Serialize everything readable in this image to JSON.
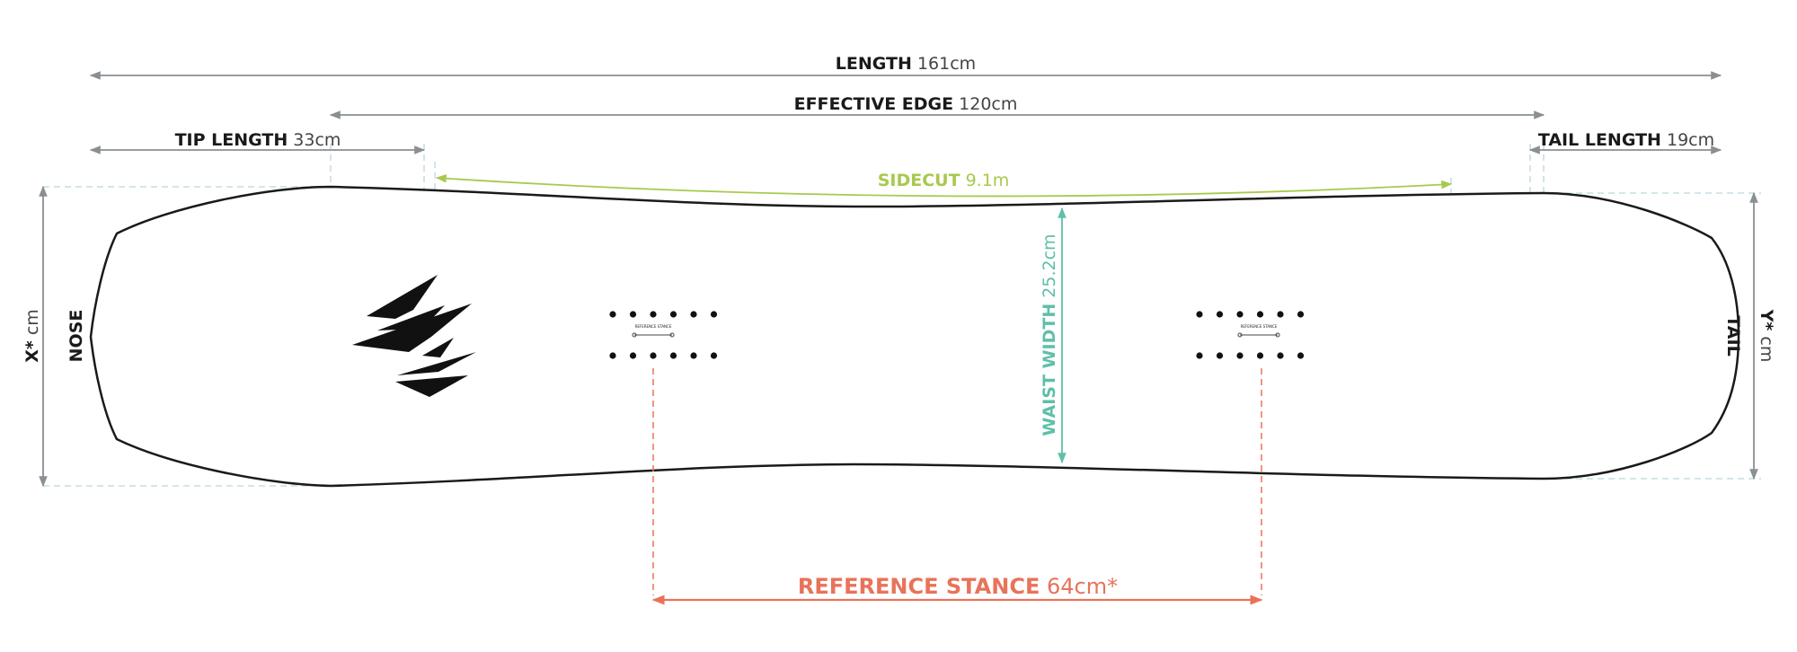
{
  "colors": {
    "gray": "#8a8f93",
    "dark": "#1a1a1a",
    "sidecut": "#a8c94e",
    "waist": "#5fbfa8",
    "stance": "#e8735a",
    "guide": "#b9d6dd"
  },
  "dimensions": {
    "length": {
      "name": "LENGTH",
      "value": "161cm"
    },
    "effective_edge": {
      "name": "EFFECTIVE EDGE",
      "value": "120cm"
    },
    "tip_length": {
      "name": "TIP LENGTH",
      "value": "33cm"
    },
    "tail_length": {
      "name": "TAIL LENGTH",
      "value": "19cm"
    },
    "sidecut": {
      "name": "SIDECUT",
      "value": "9.1m"
    },
    "waist_width": {
      "name": "WAIST WIDTH",
      "value": "25.2cm"
    },
    "reference_stance": {
      "name": "REFERENCE STANCE",
      "value": "64cm*"
    },
    "x": {
      "name": "X*",
      "value": "cm"
    },
    "y": {
      "name": "Y*",
      "value": "cm"
    }
  },
  "ends": {
    "nose": "NOSE",
    "tail": "TAIL"
  },
  "logo": {
    "icon": "jones-mountain-logo"
  },
  "insert_marks": {
    "text": "REFERENCE STANCE"
  }
}
